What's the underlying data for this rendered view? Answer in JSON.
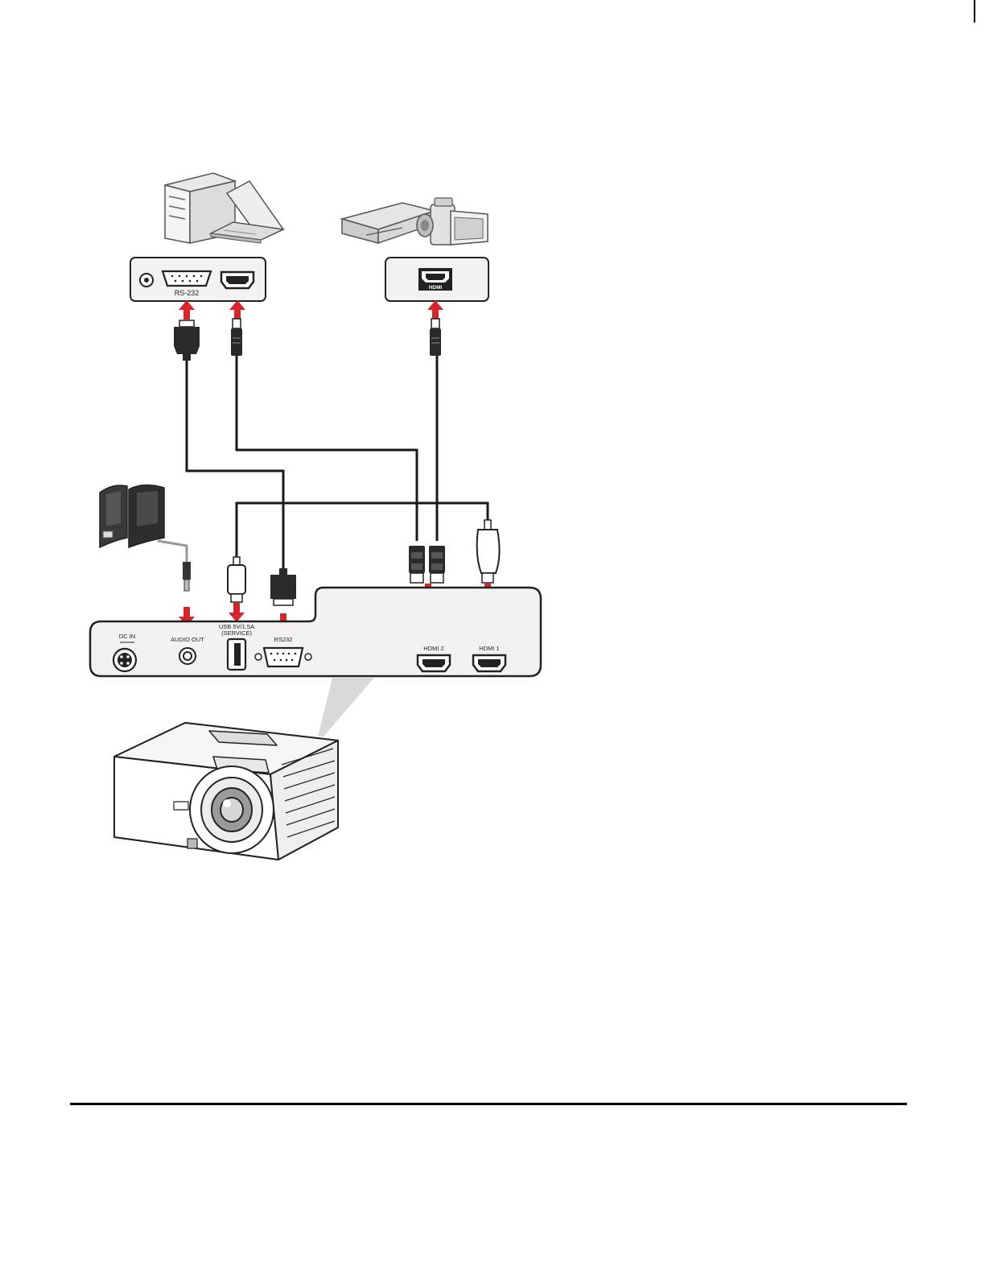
{
  "source_panel": {
    "rs232_label": "RS-232"
  },
  "video_panel": {
    "hdmi_logo": "HDMI"
  },
  "projector_panel": {
    "dc_in": "DC IN",
    "audio_out": "AUDIO OUT",
    "usb_line1": "USB 5V/1.5A",
    "usb_line2": "(SERVICE)",
    "rs232": "RS232",
    "hdmi2": "HDMI 2",
    "hdmi1": "HDMI 1"
  },
  "colors": {
    "arrow": "#d7262b",
    "cable": "#1a1a1a",
    "panel_fill": "#f2f2f2",
    "outline": "#222222"
  },
  "icons": [
    "computer-icon",
    "laptop-icon",
    "video-player-icon",
    "camcorder-icon",
    "speakers-icon",
    "projector-icon"
  ]
}
